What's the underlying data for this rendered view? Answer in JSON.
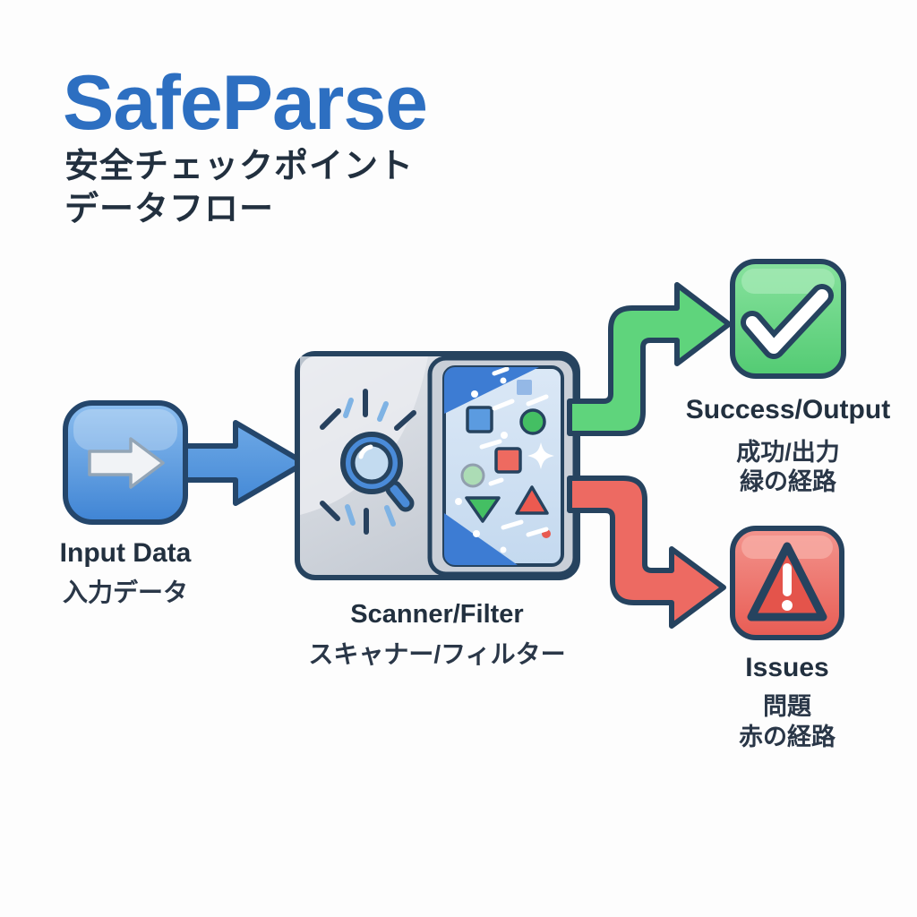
{
  "header": {
    "title": "SafeParse",
    "subtitle_line1": "安全チェックポイント",
    "subtitle_line2": "データフロー"
  },
  "nodes": {
    "input": {
      "label_en": "Input Data",
      "label_ja": "入力データ"
    },
    "scanner": {
      "label_en": "Scanner/Filter",
      "label_ja": "スキャナー/フィルター"
    },
    "success": {
      "label_en": "Success/Output",
      "label_ja1": "成功/出力",
      "label_ja2": "緑の経路"
    },
    "issues": {
      "label_en": "Issues",
      "label_ja1": "問題",
      "label_ja2": "赤の経路"
    }
  },
  "icons": {
    "input": "arrow-right-icon",
    "scanner_left": "magnifier-icon",
    "scanner_right": "screen-with-shapes-icon",
    "success": "checkmark-icon",
    "issues": "warning-triangle-icon"
  },
  "colors": {
    "brand_blue": "#2d6fc1",
    "flow_blue": "#4a8fd9",
    "success_green": "#5fd47c",
    "error_red": "#ed6a62",
    "outline_navy": "#26435f",
    "text_navy": "#22303f",
    "screen_blue": "#3d7cd3",
    "panel_gray": "#c9cfd8"
  }
}
